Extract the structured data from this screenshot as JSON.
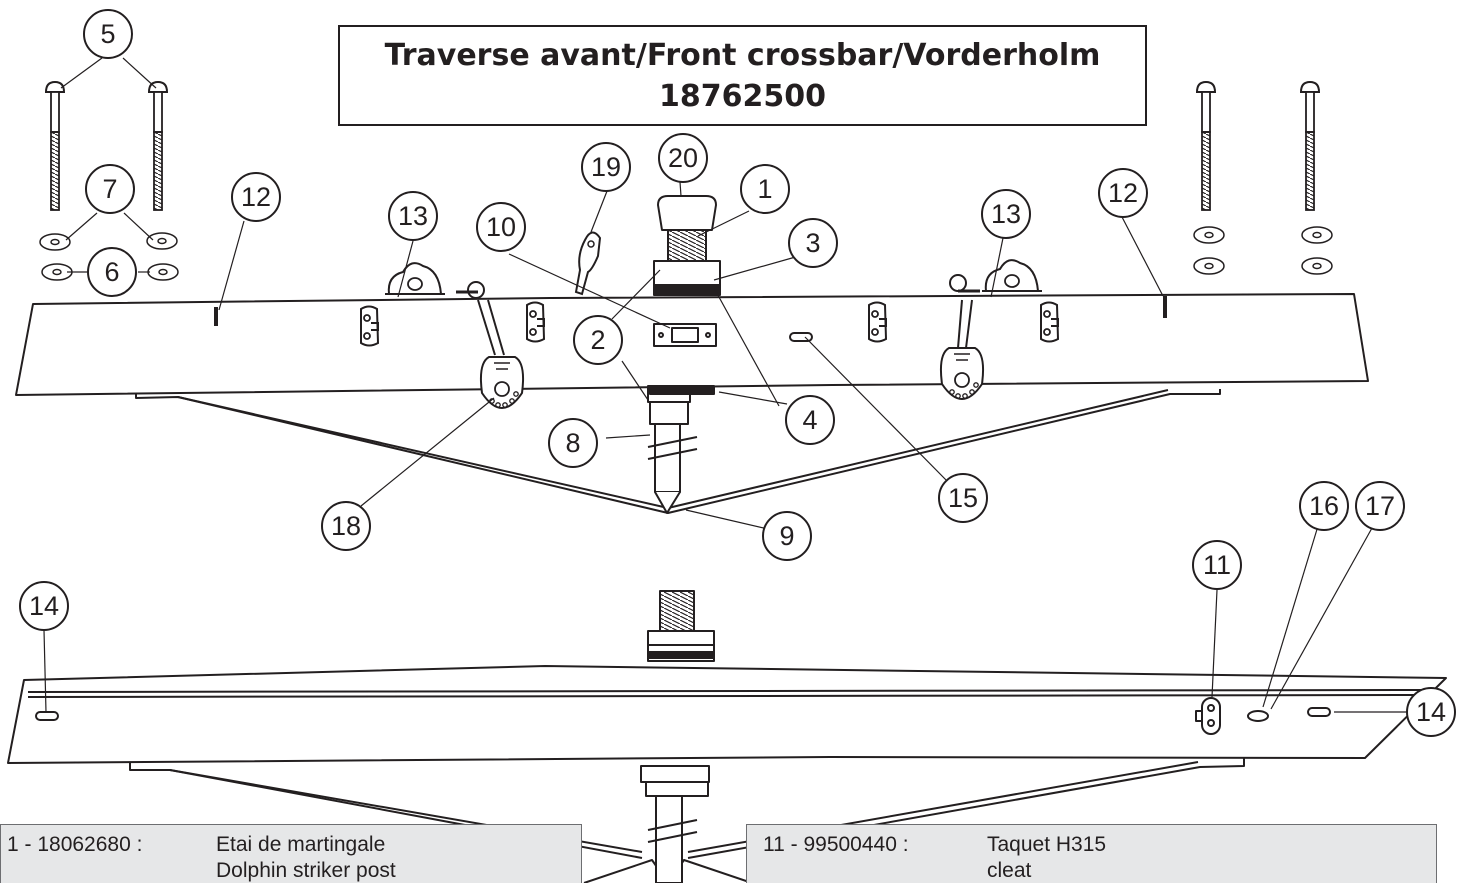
{
  "title": {
    "line1": "Traverse avant/Front crossbar/Vorderholm",
    "line2": "18762500"
  },
  "callouts": [
    "1",
    "2",
    "3",
    "4",
    "5",
    "6",
    "7",
    "8",
    "9",
    "10",
    "11",
    "12",
    "13",
    "14",
    "15",
    "16",
    "17",
    "18",
    "19",
    "20"
  ],
  "parts_list": [
    {
      "code": "1 - 18062680 :",
      "fr": "Etai de martingale",
      "en": "Dolphin striker post"
    },
    {
      "code": "11 - 99500440 :",
      "fr": "Taquet H315",
      "en": "cleat"
    }
  ],
  "colors": {
    "line": "#231f20",
    "panel_bg": "#e6e7e8",
    "panel_border": "#6d6e71"
  }
}
